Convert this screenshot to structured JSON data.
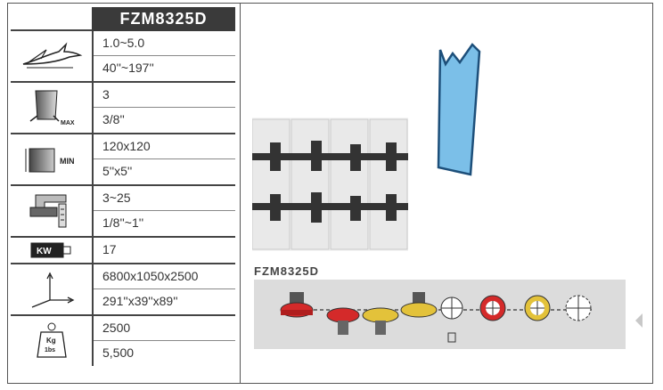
{
  "model": "FZM8325D",
  "specs": {
    "speed": {
      "icon": "bird-icon",
      "values": [
        "1.0~5.0",
        "40''~197''"
      ]
    },
    "bevel": {
      "icon": "bevel-angle-icon",
      "values": [
        "3",
        "3/8''"
      ],
      "tag": "MAX"
    },
    "workpiece": {
      "icon": "square-size-icon",
      "values": [
        "120x120",
        "5''x5''"
      ],
      "tag": "MIN"
    },
    "clamp": {
      "icon": "vise-clamp-icon",
      "values": [
        "3~25",
        "1/8''~1''"
      ]
    },
    "power": {
      "icon": "motor-kw-icon",
      "values": [
        "17"
      ],
      "tag": "KW"
    },
    "dimensions": {
      "icon": "xyz-axes-icon",
      "values": [
        "6800x1050x2500",
        "291''x39''x89''"
      ]
    },
    "weight": {
      "icon": "weight-kg-icon",
      "values": [
        "2500",
        "5,500"
      ],
      "tag": "Kg\n1bs"
    }
  },
  "panel": {
    "model_label": "FZM8325D",
    "blade_color": "#7bbfe8",
    "strip_icons": [
      "red-spindle-icon",
      "red-spindle-icon",
      "yellow-spindle-icon",
      "yellow-spindle-icon",
      "target-icon",
      "red-target-icon",
      "yellow-target-icon",
      "dashed-target-icon"
    ]
  }
}
